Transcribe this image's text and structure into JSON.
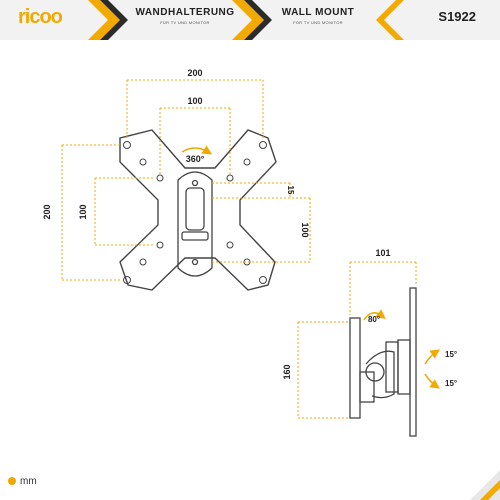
{
  "header": {
    "brand": "ricoo",
    "title_de": "WANDHALTERUNG",
    "subtitle_de": "FÜR TV UND MONITOR",
    "title_en": "WALL MOUNT",
    "subtitle_en": "FOR TV UND MONITOR",
    "model": "S1922"
  },
  "dimensions": {
    "width_outer": "200",
    "width_inner": "100",
    "height_outer": "200",
    "height_inner": "100",
    "height_right": "100",
    "offset": "15",
    "rotation": "360°",
    "depth": "101",
    "side_height": "160",
    "swivel": "80°",
    "tilt_up": "15°",
    "tilt_down": "15°"
  },
  "legend": {
    "unit": "mm"
  },
  "colors": {
    "accent": "#f2a900",
    "line": "#444444",
    "header_bg": "#f2f2f2"
  }
}
